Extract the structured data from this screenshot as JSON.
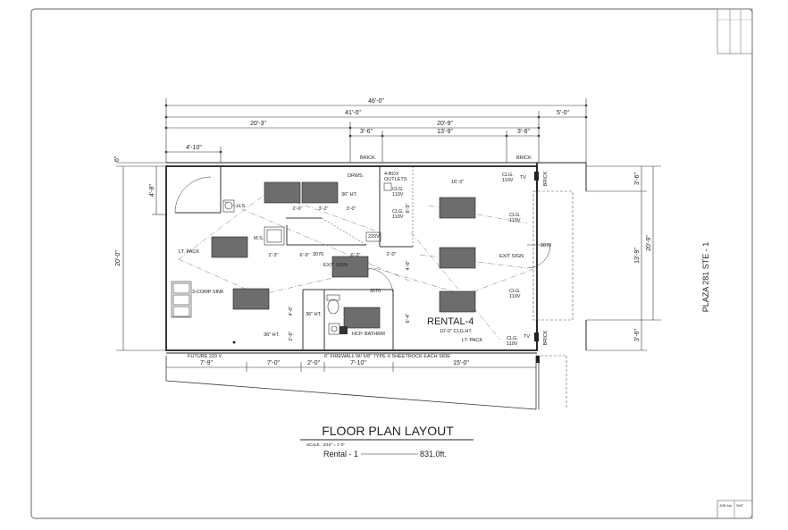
{
  "title_block": {
    "title": "FLOOR  PLAN LAYOUT",
    "scale": "SCALE : 3/16\" = 1'-0\"",
    "area_label": "Rental - 1",
    "area_value": "831.0ft."
  },
  "side_label": "PLAZA 281 STE - 1",
  "sheet_corner": {
    "job_no": "JOB No.",
    "sht": "SHT."
  },
  "dimensions": {
    "top": {
      "overall": "46'-0\"",
      "width_41": "41'-0\"",
      "right_5": "5'-0\"",
      "left_half": "20'-3\"",
      "right_half": "20'-9\"",
      "seg_a": "3'-6\"",
      "seg_b": "13'-9\"",
      "seg_c": "3'-6\"",
      "small_4_10": "4'-10\"",
      "six_in": "6\""
    },
    "left": {
      "d4_8": "4'-8\"",
      "d20_0": "20'-0\""
    },
    "right": {
      "d3_6_top": "3'-6\"",
      "d13_9": "13'-9\"",
      "d20_9": "20'-9\"",
      "d3_6_bot": "3'-6\""
    },
    "bottom": {
      "d7_9": "7'-9\"",
      "d7_0": "7'-0\"",
      "d2_0": "2'-0\"",
      "d7_10": "7'-10\"",
      "d15_0": "15'-0\""
    },
    "interior": {
      "d2_6": "2'-6\"",
      "d3_2": "3'-2\"",
      "d3_0": "3'-0\"",
      "d2_3": "2'-3\"",
      "d6_9": "6'-9\"",
      "d3070a": "3070",
      "d6_3": "6'-3\"",
      "d2_0b": "2'-0\"",
      "d16_3": "16'-3\"",
      "d8_5": "8'-5\"",
      "d4_6": "4'-6\"",
      "d6_4": "6'-4\"",
      "d4_0": "4'-0\"",
      "d2_6v": "2'-6\"",
      "d3070b": "3070",
      "d3070c": "3070",
      "h36a": "36\" HT.",
      "h36b": "36\" HT.",
      "h36c": "36\" HT."
    }
  },
  "labels": {
    "brick_top_left": "BRICK",
    "brick_top_right": "BRICK",
    "brick_side_top": "BRICK",
    "brick_side_bot": "BRICK",
    "drws": "DRWS.",
    "box_outlets": "4-BOX\nOUTLETS",
    "clg_110_a": "CLG.\n110V",
    "clg_110_b": "CLG.\n110V",
    "clg_110_tr": "CLG.\n110V",
    "tv_top": "TV",
    "clg_110_r1": "CLG.\n110V",
    "clg_110_r2": "CLG.\n110V",
    "clg_110_br": "CLG.\n110V",
    "tv_bot": "TV",
    "v220": "220V",
    "hs": "H.S.",
    "ms": "M.S.",
    "lt_pack_left": "LT. PACK",
    "lt_pack_right": "LT. PACK",
    "exit_left": "EXIT SIGN",
    "exit_right": "EXIT SIGN",
    "comp_sink": "3-COMP SINK",
    "hcp_bath": "HCP. BATHRM",
    "rental4": "RENTAL-4",
    "clg_ht": "10'-0\" CLG.HT.",
    "future220": "FUTURE 220 V.",
    "firewall": "6\" FIREWALL  W/ 5/8\"  TYPE  X  SHEETROCK  EACH SIDE"
  }
}
